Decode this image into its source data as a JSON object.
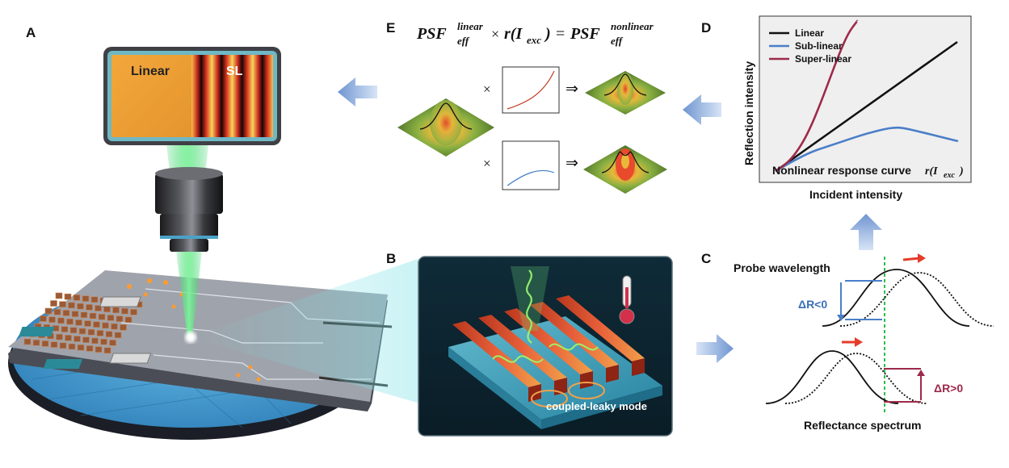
{
  "panels": {
    "a": {
      "label": "A",
      "screen_left_text": "Linear",
      "screen_right_text": "SL"
    },
    "b": {
      "label": "B",
      "mode_text": "coupled-leaky mode"
    },
    "c": {
      "label": "C",
      "probe_text": "Probe wavelength",
      "dr_neg": "ΔR<0",
      "dr_pos": "ΔR>0",
      "spectrum_text": "Reflectance spectrum"
    },
    "d": {
      "label": "D",
      "ylabel": "Reflection intensity",
      "xlabel": "Incident intensity",
      "curve_caption": "Nonlinear response curve",
      "curve_symbol": "r(I",
      "curve_sub": "exc",
      "curve_close": ")"
    },
    "e": {
      "label": "E",
      "eq_psf": "PSF",
      "eq_sup_linear": "linear",
      "eq_sub_eff": "eff",
      "eq_times": "×",
      "eq_r": "r(I",
      "eq_sub_exc": "exc",
      "eq_close": ")",
      "eq_equals": "=",
      "eq_sup_nonlinear": "nonlinear",
      "times_sym": "×",
      "implies_sym": "⇒"
    }
  },
  "chart_data": {
    "type": "line",
    "xlabel": "Incident intensity",
    "ylabel": "Reflection intensity",
    "annotation": "Nonlinear response curve r(Iexc)",
    "xlim": [
      0,
      1
    ],
    "ylim": [
      0,
      1
    ],
    "grid": false,
    "legend": "top-left",
    "series": [
      {
        "name": "Linear",
        "color": "#111111",
        "x": [
          0.0,
          0.2,
          0.4,
          0.6,
          0.8,
          1.0
        ],
        "y": [
          0.0,
          0.172,
          0.344,
          0.516,
          0.688,
          0.86
        ]
      },
      {
        "name": "Sub-linear",
        "color": "#4a7ec8",
        "x": [
          0.0,
          0.1,
          0.2,
          0.3,
          0.4,
          0.5,
          0.6,
          0.65,
          0.7,
          0.8,
          0.9,
          1.0
        ],
        "y": [
          0.0,
          0.07,
          0.13,
          0.17,
          0.21,
          0.25,
          0.28,
          0.29,
          0.288,
          0.26,
          0.23,
          0.2
        ]
      },
      {
        "name": "Super-linear",
        "color": "#9e2a4b",
        "x": [
          0.0,
          0.05,
          0.1,
          0.15,
          0.2,
          0.25,
          0.3,
          0.35,
          0.4,
          0.45
        ],
        "y": [
          0.0,
          0.04,
          0.1,
          0.19,
          0.31,
          0.46,
          0.62,
          0.78,
          0.92,
          1.0
        ]
      }
    ]
  }
}
